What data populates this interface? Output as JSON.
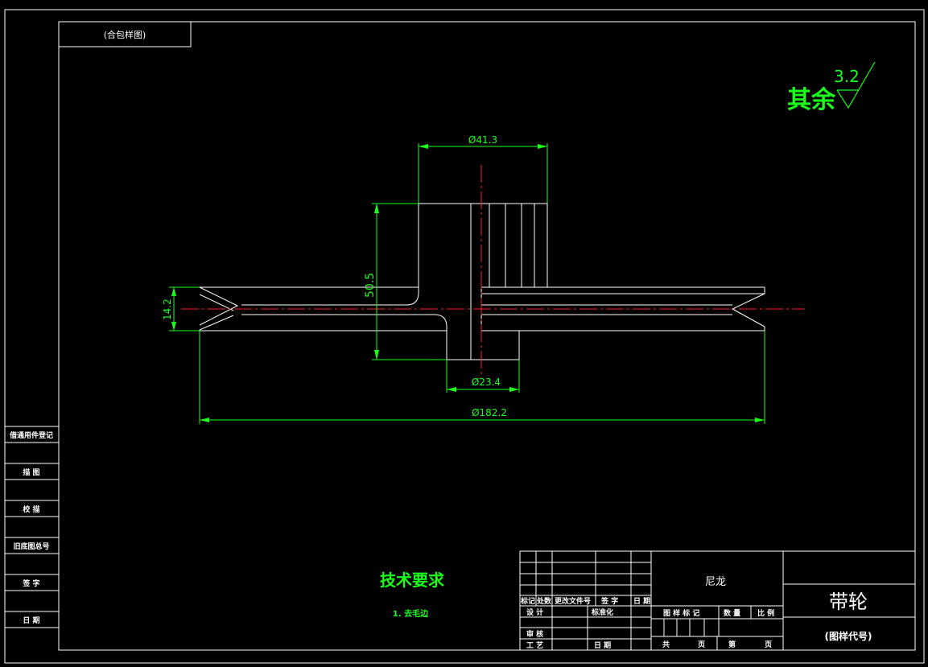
{
  "colors": {
    "background": "#000000",
    "frame": "#ffffff",
    "dimension": "#19ff19",
    "centerline": "#ff2020"
  },
  "top_label": "(合包样图)",
  "roughness": {
    "prefix": "其余",
    "value": "3.2"
  },
  "dimensions": {
    "d_top": "Ø41.3",
    "height": "50.5",
    "groove": "14.2",
    "d_bottom": "Ø23.4",
    "d_outer": "Ø182.2"
  },
  "tech_req": {
    "title": "技术要求",
    "item": "1. 去毛边"
  },
  "side_table": [
    "借通用件登记",
    "描 图",
    "校 描",
    "旧底图总号",
    "签 字",
    "日 期"
  ],
  "title_block": {
    "rev_headers": [
      "标记",
      "处数",
      "更改文件号",
      "签 字",
      "日 期"
    ],
    "design": "设 计",
    "standardize": "标准化",
    "review": "审 核",
    "process": "工 艺",
    "date": "日 期",
    "material": "尼龙",
    "stage_mark": "图 样 标 记",
    "quantity": "数 量",
    "scale": "比 例",
    "total": "共",
    "page_unit": "页",
    "sheet": "第",
    "part_name": "带轮",
    "drawing_code": "(图样代号)"
  }
}
